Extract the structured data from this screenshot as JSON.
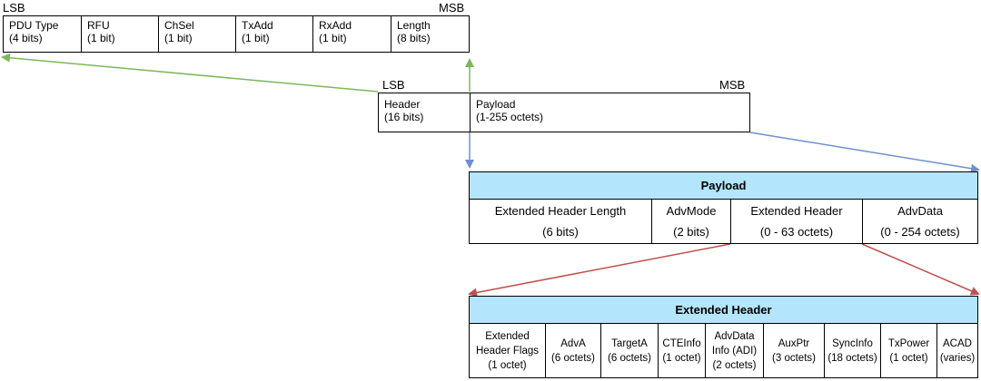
{
  "colors": {
    "green": "#7cb75a",
    "blue": "#6f8fcf",
    "red": "#c0504d",
    "header_fill": "#b3e5fc"
  },
  "header_row": {
    "lsb": "LSB",
    "msb": "MSB",
    "fields": [
      {
        "name": "PDU Type",
        "size": "(4 bits)"
      },
      {
        "name": "RFU",
        "size": "(1 bit)"
      },
      {
        "name": "ChSel",
        "size": "(1 bit)"
      },
      {
        "name": "TxAdd",
        "size": "(1 bit)"
      },
      {
        "name": "RxAdd",
        "size": "(1 bit)"
      },
      {
        "name": "Length",
        "size": "(8 bits)"
      }
    ]
  },
  "pdu_row": {
    "lsb": "LSB",
    "msb": "MSB",
    "fields": [
      {
        "name": "Header",
        "size": "(16 bits)"
      },
      {
        "name": "Payload",
        "size": "(1-255 octets)"
      }
    ]
  },
  "payload": {
    "title": "Payload",
    "fields": [
      {
        "name": "Extended Header Length",
        "size": "(6 bits)"
      },
      {
        "name": "AdvMode",
        "size": "(2 bits)"
      },
      {
        "name": "Extended Header",
        "size": "(0 - 63 octets)"
      },
      {
        "name": "AdvData",
        "size": "(0 - 254 octets)"
      }
    ]
  },
  "extended_header": {
    "title": "Extended Header",
    "fields": [
      {
        "lines": [
          "Extended",
          "Header Flags",
          "(1 octet)"
        ]
      },
      {
        "lines": [
          "AdvA",
          "(6 octets)"
        ]
      },
      {
        "lines": [
          "TargetA",
          "(6 octets)"
        ]
      },
      {
        "lines": [
          "CTEInfo",
          "(1 octet)"
        ]
      },
      {
        "lines": [
          "AdvData",
          "Info (ADI)",
          "(2 octets)"
        ]
      },
      {
        "lines": [
          "AuxPtr",
          "(3 octets)"
        ]
      },
      {
        "lines": [
          "SyncInfo",
          "(18 octets)"
        ]
      },
      {
        "lines": [
          "TxPower",
          "(1 octet)"
        ]
      },
      {
        "lines": [
          "ACAD",
          "(varies)"
        ]
      }
    ]
  }
}
